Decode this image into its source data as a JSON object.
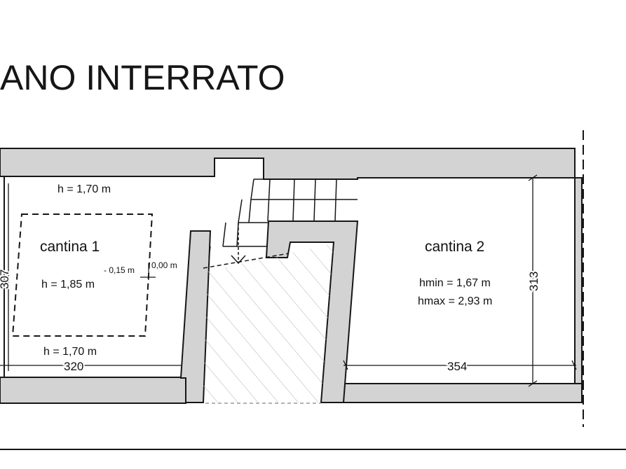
{
  "title": "ANO INTERRATO",
  "rooms": {
    "cantina1": {
      "label": "cantina 1",
      "height_top": "h = 1,70 m",
      "height_center": "h = 1,85 m",
      "height_bottom": "h = 1,70 m",
      "width_dim": "320",
      "depth_dim": "307"
    },
    "cantina2": {
      "label": "cantina 2",
      "hmin": "hmin = 1,67 m",
      "hmax": "hmax = 2,93 m",
      "width_dim": "354",
      "depth_dim": "313"
    }
  },
  "levels": {
    "minus": "- 0,15 m",
    "zero": "0,00 m"
  },
  "colors": {
    "wall": "#d3d3d3",
    "line": "#161616",
    "hatch": "#bdbdbd"
  }
}
